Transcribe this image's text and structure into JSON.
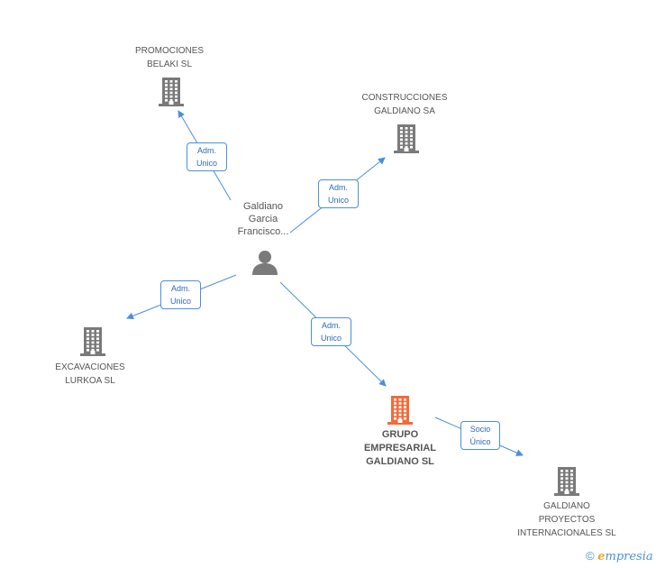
{
  "person": {
    "label_lines": [
      "Galdiano",
      "Garcia",
      "Francisco..."
    ]
  },
  "companies": {
    "promociones": {
      "label_lines": [
        "PROMOCIONES",
        "BELAKI SL"
      ]
    },
    "construcciones": {
      "label_lines": [
        "CONSTRUCCIONES",
        "GALDIANO SA"
      ]
    },
    "excavaciones": {
      "label_lines": [
        "EXCAVACIONES",
        "LURKOA SL"
      ]
    },
    "grupo": {
      "label_lines": [
        "GRUPO",
        "EMPRESARIAL",
        "GALDIANO SL"
      ]
    },
    "proyectos": {
      "label_lines": [
        "GALDIANO",
        "PROYECTOS",
        "INTERNACIONALES SL"
      ]
    }
  },
  "relations": {
    "r_promociones": [
      "Adm.",
      "Unico"
    ],
    "r_construcciones": [
      "Adm.",
      "Unico"
    ],
    "r_excavaciones": [
      "Adm.",
      "Unico"
    ],
    "r_grupo": [
      "Adm.",
      "Unico"
    ],
    "r_proyectos": [
      "Socio",
      "Único"
    ]
  },
  "colors": {
    "company": "#7a7a7a",
    "main_company": "#f26b3a",
    "edge": "#4a90d9",
    "person": "#7a7a7a"
  },
  "footer": {
    "copyright": "©",
    "brand_e": "e",
    "brand_rest": "mpresia"
  }
}
